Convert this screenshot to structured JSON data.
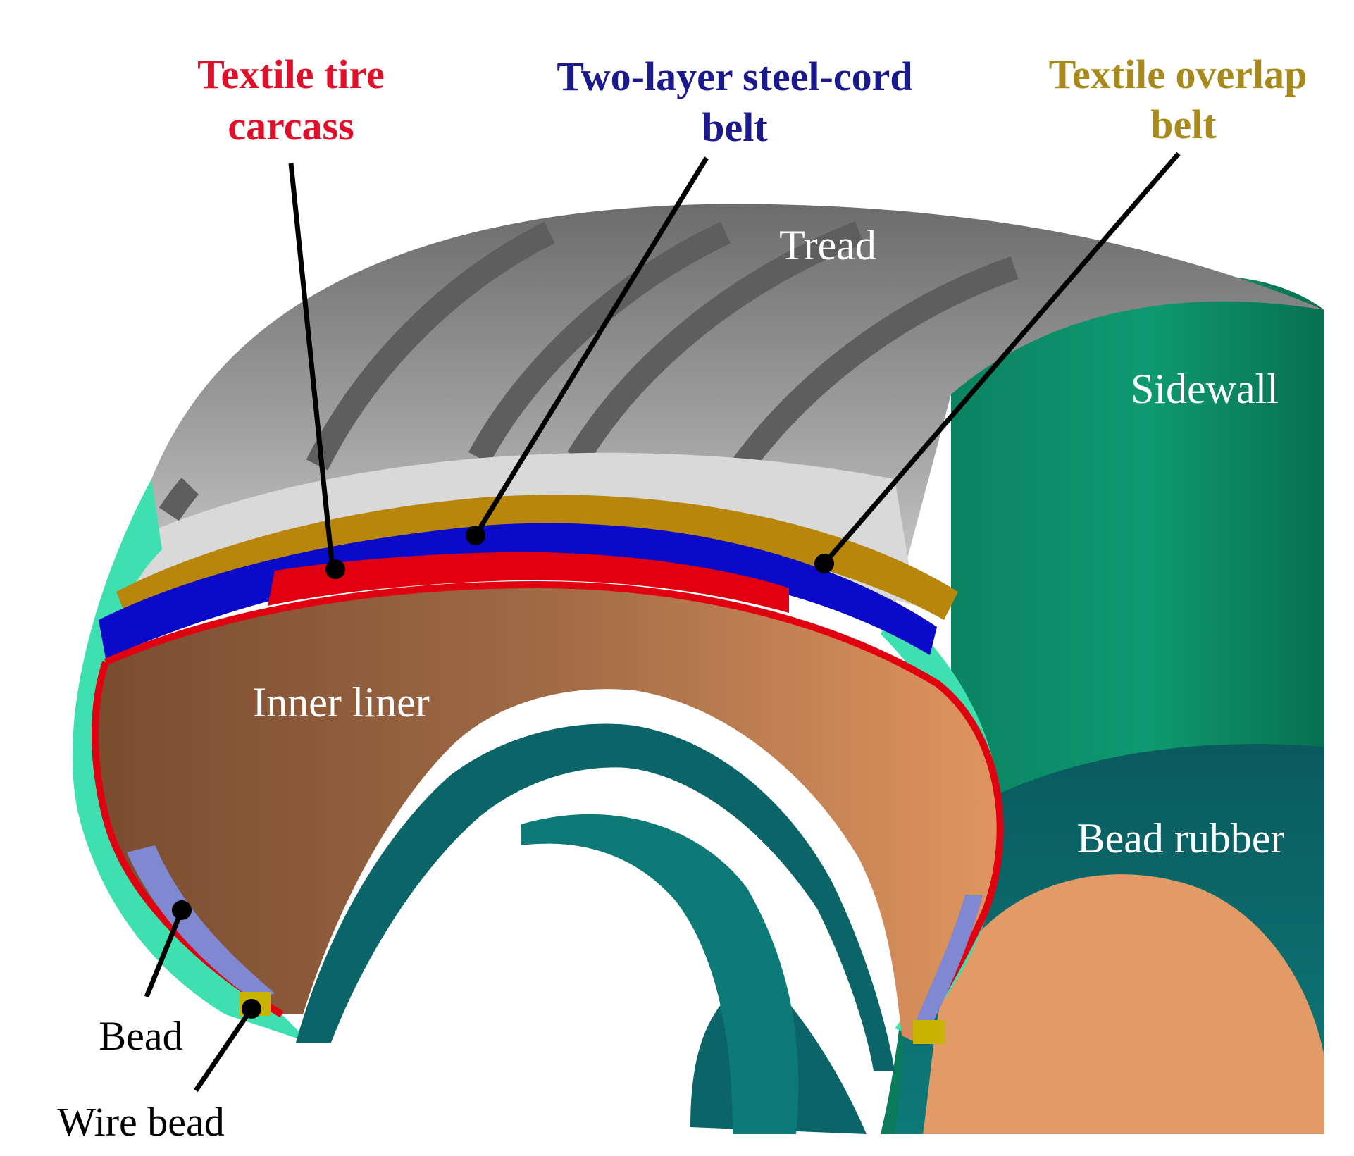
{
  "labels": {
    "carcass_line1": "Textile tire",
    "carcass_line2": "carcass",
    "steel_belt_line1": "Two-layer steel-cord",
    "steel_belt_line2": "belt",
    "overlap_belt_line1": "Textile overlap",
    "overlap_belt_line2": "belt",
    "tread": "Tread",
    "sidewall": "Sidewall",
    "inner_liner": "Inner liner",
    "bead_rubber": "Bead rubber",
    "bead": "Bead",
    "wire_bead": "Wire bead"
  },
  "colors": {
    "carcass": "#e00010",
    "steel_belt": "#0a0ac8",
    "overlap_belt": "#b8860b",
    "tread_dark": "#6e6e6e",
    "tread_light": "#d4d4d4",
    "sidewall": "#0c8a66",
    "sidewall_rim": "#3ee0b0",
    "inner_liner": "#9c6a48",
    "inner_liner_light": "#e29a66",
    "bead_rubber": "#0b6468",
    "bead_fill": "#7f88d0",
    "wire_bead": "#c8b400",
    "carcass_label": "#e0102a",
    "steel_label": "#1a1a8c",
    "overlap_label": "#a88a1c"
  }
}
